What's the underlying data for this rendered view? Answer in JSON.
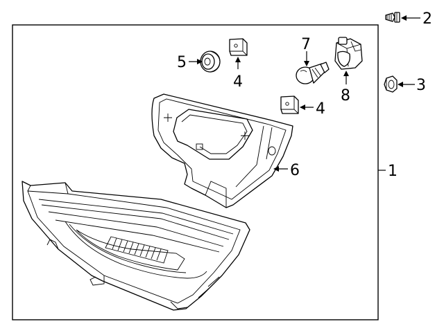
{
  "callouts": {
    "tail_lamp_assembly": "1",
    "screw": "2",
    "nut": "3",
    "clip_upper": "4",
    "clip_lower": "4",
    "grommet": "5",
    "back_cover": "6",
    "bulb": "7",
    "socket": "8"
  }
}
